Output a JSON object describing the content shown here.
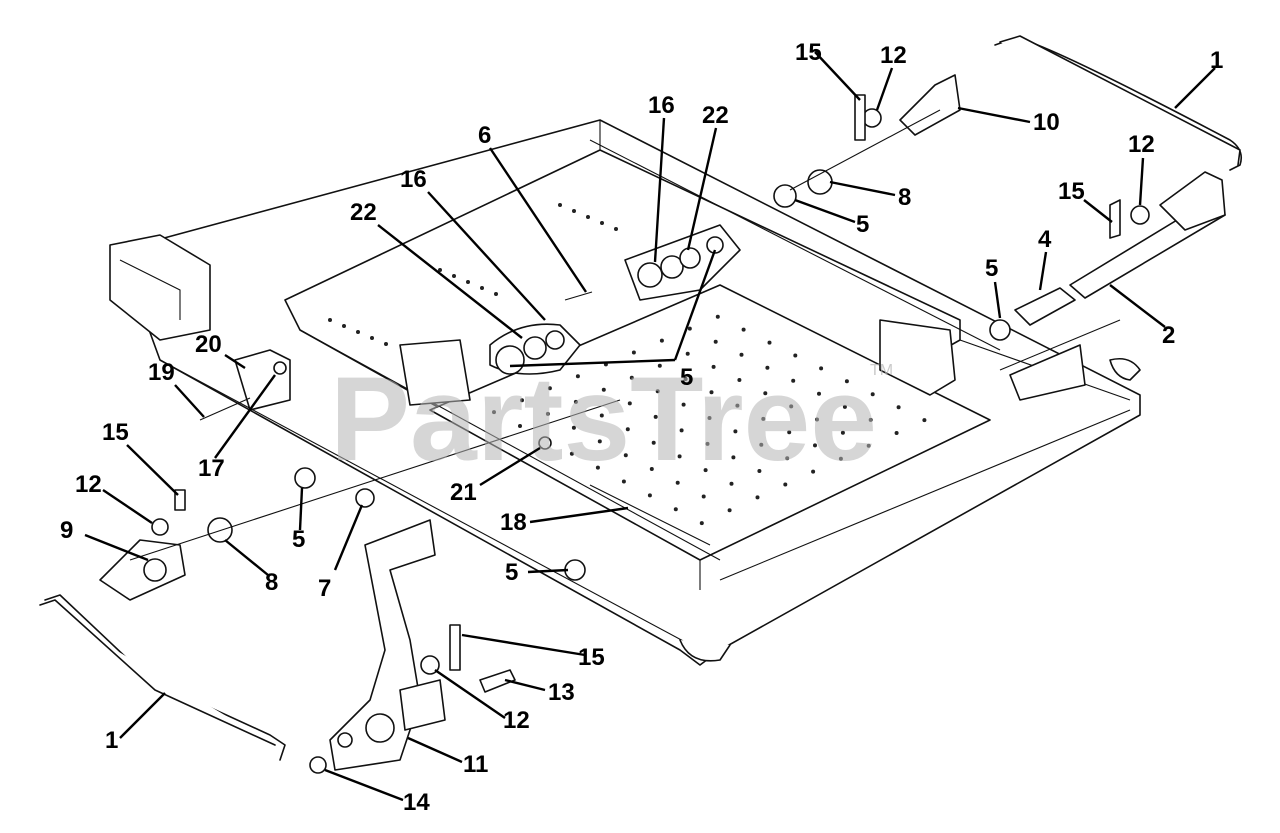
{
  "watermark": {
    "text": "PartsTree",
    "trademark": "TM"
  },
  "callouts": [
    {
      "id": "c1a",
      "label": "1"
    },
    {
      "id": "c1b",
      "label": "1"
    },
    {
      "id": "c2",
      "label": "2"
    },
    {
      "id": "c4",
      "label": "4"
    },
    {
      "id": "c5a",
      "label": "5"
    },
    {
      "id": "c5b",
      "label": "5"
    },
    {
      "id": "c5c",
      "label": "5"
    },
    {
      "id": "c5d",
      "label": "5"
    },
    {
      "id": "c5e",
      "label": "5"
    },
    {
      "id": "c6",
      "label": "6"
    },
    {
      "id": "c7",
      "label": "7"
    },
    {
      "id": "c8a",
      "label": "8"
    },
    {
      "id": "c8b",
      "label": "8"
    },
    {
      "id": "c9",
      "label": "9"
    },
    {
      "id": "c10",
      "label": "10"
    },
    {
      "id": "c11",
      "label": "11"
    },
    {
      "id": "c12a",
      "label": "12"
    },
    {
      "id": "c12b",
      "label": "12"
    },
    {
      "id": "c12c",
      "label": "12"
    },
    {
      "id": "c12d",
      "label": "12"
    },
    {
      "id": "c13",
      "label": "13"
    },
    {
      "id": "c14",
      "label": "14"
    },
    {
      "id": "c15a",
      "label": "15"
    },
    {
      "id": "c15b",
      "label": "15"
    },
    {
      "id": "c15c",
      "label": "15"
    },
    {
      "id": "c15d",
      "label": "15"
    },
    {
      "id": "c16a",
      "label": "16"
    },
    {
      "id": "c16b",
      "label": "16"
    },
    {
      "id": "c17",
      "label": "17"
    },
    {
      "id": "c18",
      "label": "18"
    },
    {
      "id": "c19",
      "label": "19"
    },
    {
      "id": "c20",
      "label": "20"
    },
    {
      "id": "c21",
      "label": "21"
    },
    {
      "id": "c22a",
      "label": "22"
    },
    {
      "id": "c22b",
      "label": "22"
    }
  ]
}
